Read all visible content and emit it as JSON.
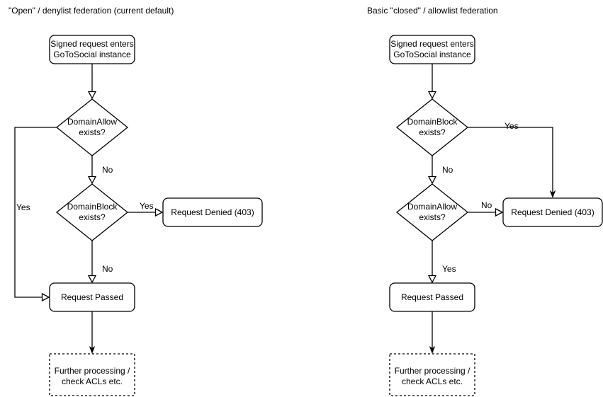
{
  "left": {
    "title": "\"Open\" / denylist federation (current default)",
    "start": {
      "line1": "Signed request enters",
      "line2": "GoToSocial instance"
    },
    "decision1": {
      "line1": "DomainAllow",
      "line2": "exists?"
    },
    "decision2": {
      "line1": "DomainBlock",
      "line2": "exists?"
    },
    "denied": "Request Denied (403)",
    "passed": "Request Passed",
    "further": {
      "line1": "Further processing /",
      "line2": "check ACLs etc."
    },
    "labels": {
      "d1_no": "No",
      "d1_yes": "Yes",
      "d2_yes": "Yes",
      "d2_no": "No"
    }
  },
  "right": {
    "title": "Basic \"closed\" / allowlist federation",
    "start": {
      "line1": "Signed request enters",
      "line2": "GoToSocial instance"
    },
    "decision1": {
      "line1": "DomainBlock",
      "line2": "exists?"
    },
    "decision2": {
      "line1": "DomainAllow",
      "line2": "exists?"
    },
    "denied": "Request Denied (403)",
    "passed": "Request Passed",
    "further": {
      "line1": "Further processing /",
      "line2": "check ACLs etc."
    },
    "labels": {
      "d1_yes": "Yes",
      "d1_no": "No",
      "d2_no": "No",
      "d2_yes": "Yes"
    }
  },
  "colors": {
    "stroke": "#000000",
    "node_fill": "#ffffff",
    "background": "#ffffff",
    "text": "#000000"
  }
}
